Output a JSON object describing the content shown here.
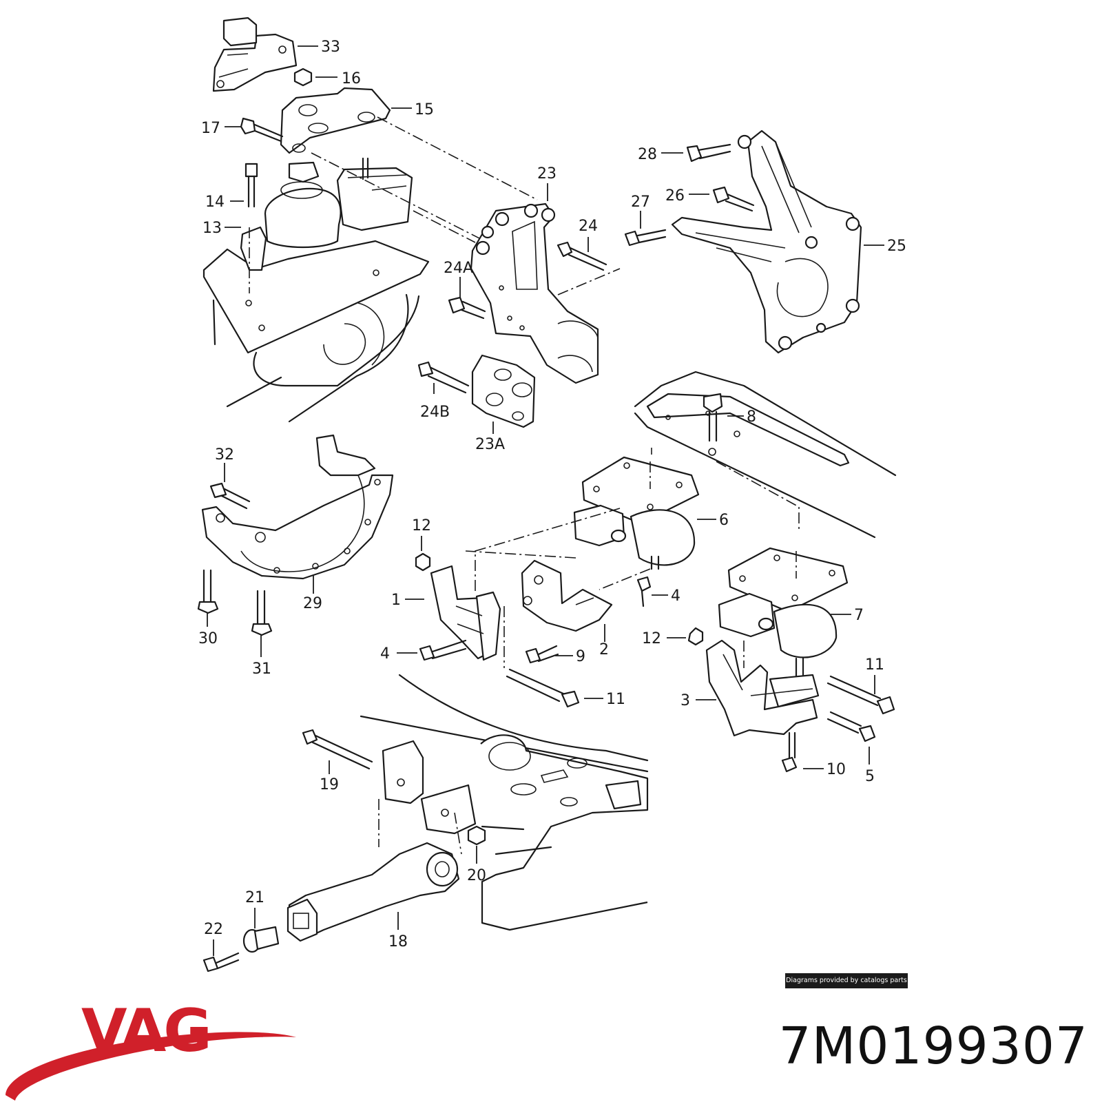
{
  "callouts": [
    {
      "id": "33",
      "label": "33"
    },
    {
      "id": "16",
      "label": "16"
    },
    {
      "id": "15",
      "label": "15"
    },
    {
      "id": "17",
      "label": "17"
    },
    {
      "id": "14",
      "label": "14"
    },
    {
      "id": "13",
      "label": "13"
    },
    {
      "id": "23",
      "label": "23"
    },
    {
      "id": "24",
      "label": "24"
    },
    {
      "id": "24A",
      "label": "24A"
    },
    {
      "id": "24B",
      "label": "24B"
    },
    {
      "id": "23A",
      "label": "23A"
    },
    {
      "id": "28",
      "label": "28"
    },
    {
      "id": "26",
      "label": "26"
    },
    {
      "id": "27",
      "label": "27"
    },
    {
      "id": "25",
      "label": "25"
    },
    {
      "id": "8",
      "label": "8"
    },
    {
      "id": "32",
      "label": "32"
    },
    {
      "id": "29",
      "label": "29"
    },
    {
      "id": "30",
      "label": "30"
    },
    {
      "id": "31",
      "label": "31"
    },
    {
      "id": "12a",
      "label": "12"
    },
    {
      "id": "6",
      "label": "6"
    },
    {
      "id": "1",
      "label": "1"
    },
    {
      "id": "4a",
      "label": "4"
    },
    {
      "id": "4b",
      "label": "4"
    },
    {
      "id": "2",
      "label": "2"
    },
    {
      "id": "9",
      "label": "9"
    },
    {
      "id": "11a",
      "label": "11"
    },
    {
      "id": "7",
      "label": "7"
    },
    {
      "id": "12b",
      "label": "12"
    },
    {
      "id": "11b",
      "label": "11"
    },
    {
      "id": "3",
      "label": "3"
    },
    {
      "id": "10",
      "label": "10"
    },
    {
      "id": "5",
      "label": "5"
    },
    {
      "id": "19",
      "label": "19"
    },
    {
      "id": "20",
      "label": "20"
    },
    {
      "id": "21",
      "label": "21"
    },
    {
      "id": "22",
      "label": "22"
    },
    {
      "id": "18",
      "label": "18"
    }
  ],
  "credit": "Diagrams provided by catalogs parts",
  "brand": {
    "name": "VAG",
    "color": "#d0202a"
  },
  "part_number": "7M0199307"
}
